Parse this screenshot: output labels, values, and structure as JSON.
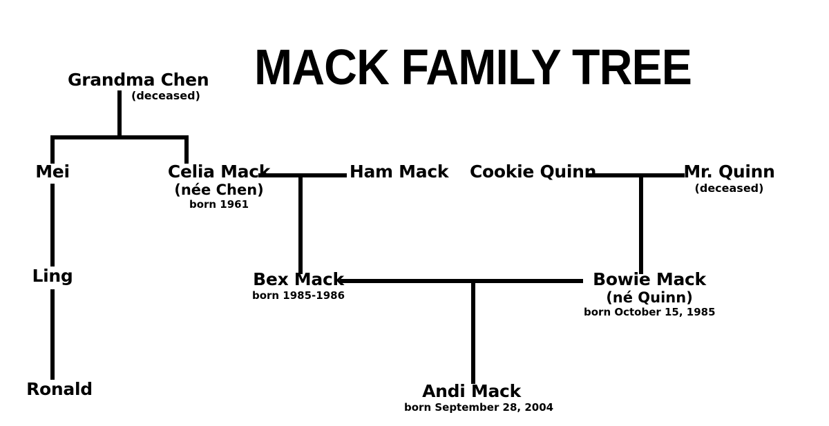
{
  "title": "MACK FAMILY TREE",
  "people": {
    "grandma_chen": {
      "name": "Grandma Chen",
      "status": "(deceased)"
    },
    "mei": {
      "name": "Mei"
    },
    "ling": {
      "name": "Ling"
    },
    "ronald": {
      "name": "Ronald"
    },
    "celia_mack": {
      "name": "Celia Mack",
      "maiden": "(née Chen)",
      "born": "born 1961"
    },
    "ham_mack": {
      "name": "Ham Mack"
    },
    "cookie_quinn": {
      "name": "Cookie Quinn"
    },
    "mr_quinn": {
      "name": "Mr. Quinn",
      "status": "(deceased)"
    },
    "bex_mack": {
      "name": "Bex Mack",
      "born": "born 1985-1986"
    },
    "bowie_mack": {
      "name": "Bowie Mack",
      "maiden": "(né Quinn)",
      "born": "born October 15, 1985"
    },
    "andi_mack": {
      "name": "Andi Mack",
      "born": "born September 28, 2004"
    }
  },
  "colors": {
    "background": "#ffffff",
    "text": "#000000",
    "line": "#000000"
  }
}
